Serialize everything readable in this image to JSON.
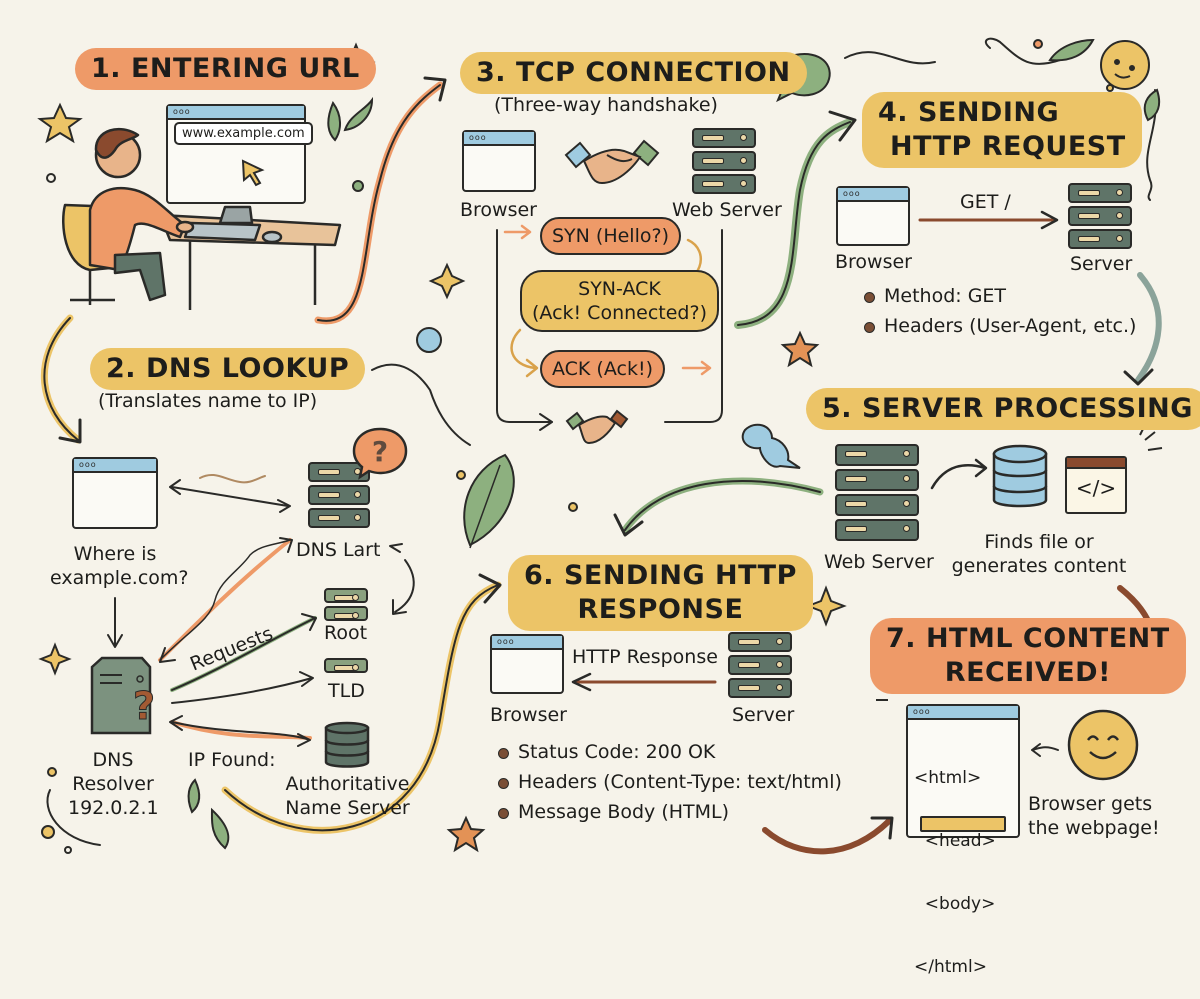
{
  "colors": {
    "background": "#f6f3ea",
    "orange": "#ee9a68",
    "yellow": "#ecc467",
    "green": "#6f9a67",
    "server_green": "#5f7468",
    "blue": "#9fcbe0",
    "brown": "#8a4a2e",
    "ink": "#2a2a28"
  },
  "step1": {
    "title": "1. ENTERING URL",
    "url": "www.example.com",
    "icons": [
      "person-at-computer-icon",
      "cursor-icon"
    ]
  },
  "step2": {
    "title": "2. DNS LOOKUP",
    "subtitle": "(Translates name to IP)",
    "question": [
      "Where is",
      "example.com?"
    ],
    "dns_cache_label": "DNS Lart",
    "root_label": "Root",
    "tld_label": "TLD",
    "authoritative_label": [
      "Authoritative",
      "Name Server"
    ],
    "resolver_label": [
      "DNS",
      "Resolver",
      "192.0.2.1"
    ],
    "requests_label": "Requests",
    "ip_found_label": "IP Found:"
  },
  "step3": {
    "title": "3. TCP CONNECTION",
    "subtitle": "(Three-way handshake)",
    "browser_label": "Browser",
    "server_label": "Web Server",
    "syn": "SYN (Hello?)",
    "synack": [
      "SYN-ACK",
      "(Ack! Connected?)"
    ],
    "ack": "ACK (Ack!)"
  },
  "step4": {
    "title": [
      "4. SENDING",
      "HTTP REQUEST"
    ],
    "arrow_label": "GET /",
    "browser_label": "Browser",
    "server_label": "Server",
    "bullets": [
      "Method: GET",
      "Headers (User-Agent, etc.)"
    ]
  },
  "step5": {
    "title": "5. SERVER PROCESSING",
    "server_label": "Web Server",
    "result_label": [
      "Finds file or",
      "generates content"
    ],
    "code_glyph": "</>"
  },
  "step6": {
    "title": [
      "6. SENDING HTTP",
      "RESPONSE"
    ],
    "arrow_label": "HTTP Response",
    "browser_label": "Browser",
    "server_label": "Server",
    "bullets": [
      "Status Code: 200 OK",
      "Headers (Content-Type: text/html)",
      "Message Body (HTML)"
    ]
  },
  "step7": {
    "title": [
      "7. HTML CONTENT",
      "RECEIVED!"
    ],
    "code_lines": [
      "<html>",
      "  <head>",
      "  <body>",
      "</html>"
    ],
    "caption": [
      "Browser gets",
      "the webpage!"
    ]
  },
  "decor": {
    "question_bubble": "?",
    "dots": "ooo"
  }
}
